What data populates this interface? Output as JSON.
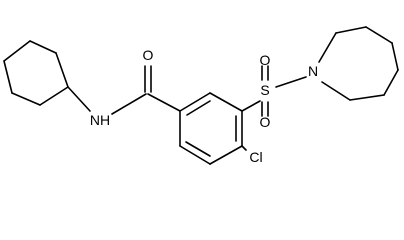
{
  "molecule": {
    "atoms": {
      "o_carbonyl": "O",
      "nh": "NH",
      "s": "S",
      "o_sulfonyl_top": "O",
      "o_sulfonyl_bottom": "O",
      "n_ring": "N",
      "cl": "Cl"
    }
  }
}
